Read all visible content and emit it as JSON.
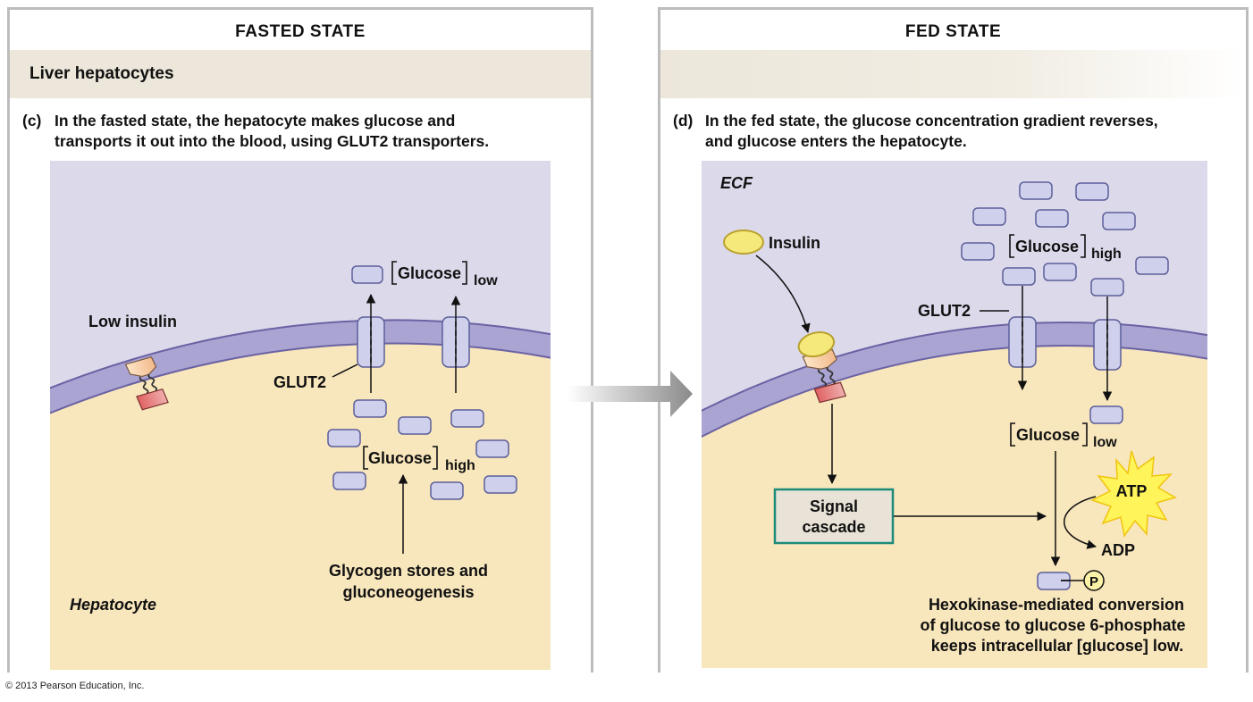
{
  "left_panel": {
    "title": "FASTED STATE",
    "band_label": "Liver hepatocytes",
    "caption_letter": "(c)",
    "caption_text": "In the fasted state, the hepatocyte makes glucose and\ntransports it out into the blood, using GLUT2 transporters.",
    "labels": {
      "low_insulin": "Low insulin",
      "glut2": "GLUT2",
      "glucose_out": "Glucose",
      "glucose_out_sub": "low",
      "glucose_in": "Glucose",
      "glucose_in_sub": "high",
      "glycogen_line1": "Glycogen stores and",
      "glycogen_line2": "gluconeogenesis",
      "hepatocyte": "Hepatocyte"
    }
  },
  "right_panel": {
    "title": "FED STATE",
    "band_label": "",
    "caption_letter": "(d)",
    "caption_text": "In the fed state, the glucose concentration gradient reverses,\nand glucose enters the hepatocyte.",
    "labels": {
      "ecf": "ECF",
      "insulin": "Insulin",
      "glut2": "GLUT2",
      "glucose_out": "Glucose",
      "glucose_out_sub": "high",
      "glucose_in": "Glucose",
      "glucose_in_sub": "low",
      "signal_line1": "Signal",
      "signal_line2": "cascade",
      "atp": "ATP",
      "adp": "ADP",
      "phosphate": "P",
      "note_line1": "Hexokinase-mediated conversion",
      "note_line2": "of glucose to glucose 6-phosphate",
      "note_line3": "keeps intracellular [glucose] low."
    }
  },
  "copyright": "© 2013 Pearson Education, Inc.",
  "colors": {
    "ecf": "#dcd9ea",
    "cytoplasm": "#f8e6bc",
    "membrane": "#a9a3d0",
    "membrane_edge": "#6a62a3",
    "glucose": "#cfd0ec",
    "glucose_edge": "#5c5f99",
    "signal_box": "#e8e3d6",
    "signal_border": "#1d8a7a",
    "atp_star": "#fff45a",
    "insulin": "#f6e97b"
  }
}
